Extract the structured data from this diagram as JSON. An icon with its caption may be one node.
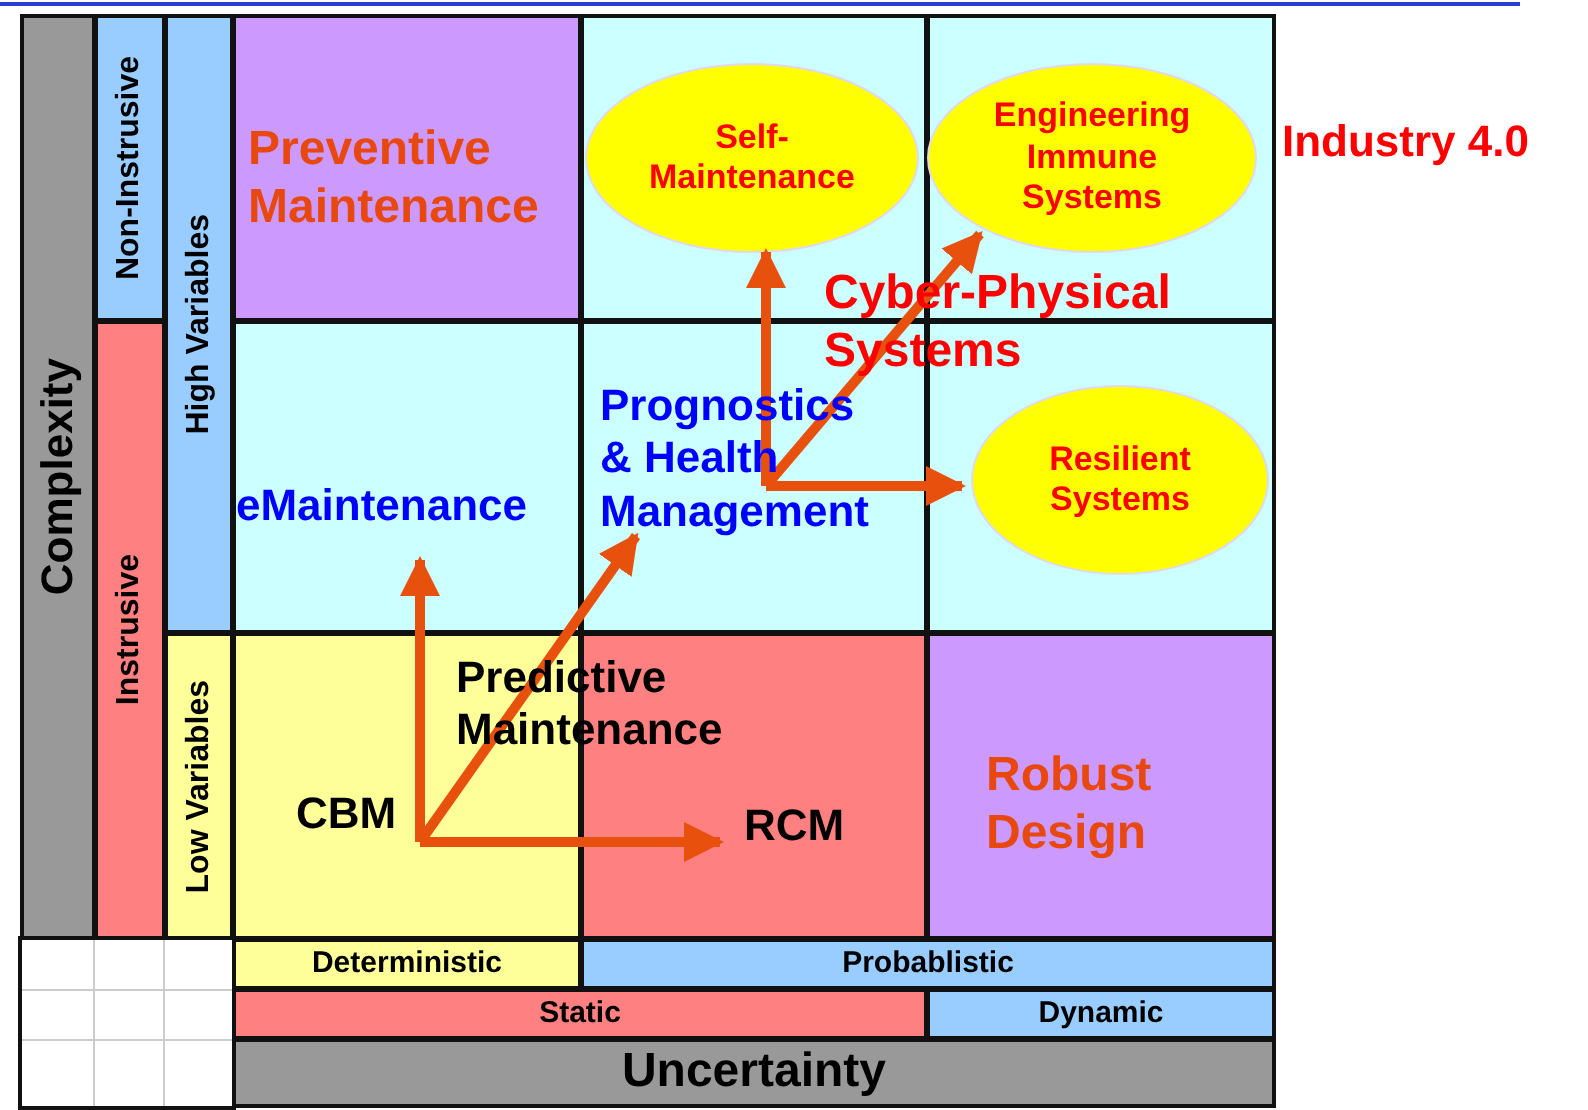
{
  "diagram": {
    "nodes": [
      {
        "text": [
          "Complexity"
        ]
      },
      {
        "text": [
          "Non-Instrusive"
        ]
      },
      {
        "text": [
          "Instrusive"
        ]
      },
      {
        "text": [
          "High Variables"
        ]
      },
      {
        "text": [
          "Low Variables"
        ]
      },
      {
        "text": [
          "Preventive Maintenance"
        ]
      },
      {
        "text": [],
        "shape": "box"
      },
      {
        "text": [
          "Self-Maintenance"
        ],
        "in": 6
      },
      {
        "text": [],
        "shape": "box"
      },
      {
        "text": [
          "Engineering Immune Systems"
        ],
        "in": 8
      },
      {
        "text": [
          "eMaintenance"
        ]
      },
      {
        "text": [
          "Prognostics & Health Management"
        ]
      },
      {
        "text": [],
        "shape": "box"
      },
      {
        "text": [
          "Resilient Systems"
        ],
        "in": 12
      },
      {
        "text": [
          "CBM"
        ]
      },
      {
        "text": [
          "RCM"
        ]
      },
      {
        "text": [
          "Robust Design"
        ]
      },
      {
        "text": [
          "Deterministic"
        ]
      },
      {
        "text": [
          "Probablistic"
        ]
      },
      {
        "text": [
          "Static"
        ]
      },
      {
        "text": [
          "Dynamic"
        ]
      },
      {
        "text": [
          "Uncertainty"
        ]
      }
    ],
    "edges": [
      {
        "from": 14,
        "to": 10,
        "arrow": "to"
      },
      {
        "from": 14,
        "to": 11,
        "arrow": "to"
      },
      {
        "from": 14,
        "to": 15,
        "arrow": "to"
      },
      {
        "from": 11,
        "to": 7,
        "arrow": "to"
      },
      {
        "from": 11,
        "to": 9,
        "arrow": "to"
      },
      {
        "from": 11,
        "to": 13,
        "arrow": "to"
      }
    ],
    "labels": [
      "Industry 4.0",
      "Cyber-Physical Systems",
      "Predictive Maintenance"
    ]
  }
}
